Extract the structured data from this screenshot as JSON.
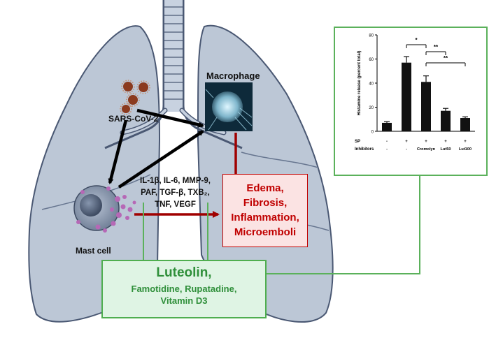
{
  "labels": {
    "sars": "SARS-CoV-2",
    "macrophage": "Macrophage",
    "mast_cell": "Mast cell",
    "cytokines": [
      "IL-1β, IL-6, MMP-9,",
      "PAF, TGF-β, TXB₂,",
      "TNF, VEGF"
    ]
  },
  "effects": [
    "Edema,",
    "Fibrosis,",
    "Inflammation,",
    "Microemboli"
  ],
  "luteolin": {
    "title": "Luteolin,",
    "line2": "Famotidine, Rupatadine,",
    "line3": "Vitamin D3"
  },
  "colors": {
    "lung_fill": "#bcc7d6",
    "effects_text": "#c00000",
    "luteolin_text": "#2f8f3a",
    "connector": "#5bb15b"
  },
  "chart_data": {
    "type": "bar",
    "ylabel": "Histamine release (percent total)",
    "ylim": [
      0,
      80
    ],
    "yticks": [
      "0",
      "20",
      "40",
      "60",
      "80"
    ],
    "bars": [
      {
        "value": 7,
        "err": 1
      },
      {
        "value": 57,
        "err": 5
      },
      {
        "value": 41,
        "err": 5
      },
      {
        "value": 17,
        "err": 2
      },
      {
        "value": 11,
        "err": 1
      }
    ],
    "row_labels": [
      "SP",
      "Inhibitors"
    ],
    "sp_row": [
      "-",
      "+",
      "+",
      "+",
      "+"
    ],
    "inhibitor_row": [
      "-",
      "-",
      "Cromolyn",
      "Lut50",
      "Lut100"
    ],
    "significance": [
      {
        "from": 1,
        "to": 2,
        "label": "*"
      },
      {
        "from": 2,
        "to": 3,
        "label": "**"
      },
      {
        "from": 2,
        "to": 4,
        "label": "**"
      }
    ]
  }
}
